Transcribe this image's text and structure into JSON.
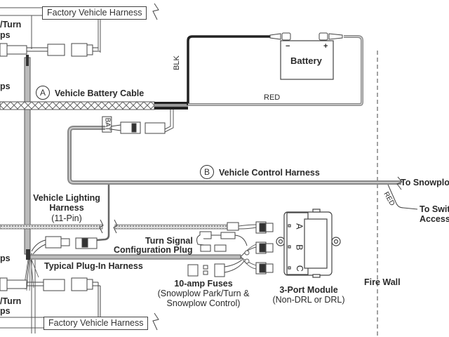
{
  "diagram": {
    "labels": {
      "factory_harness_top": "Factory Vehicle Harness",
      "factory_harness_bottom": "Factory Vehicle Harness",
      "park_turn_lamps_top_1": "/Turn",
      "park_turn_lamps_top_2": "ps",
      "headlamps_top": "ps",
      "park_turn_lamps_bottom_1": "/Turn",
      "park_turn_lamps_bottom_2": "ps",
      "headlamps_bottom": "ps",
      "battery_cable_marker": "A",
      "battery_cable": "Vehicle Battery Cable",
      "battery": "Battery",
      "battery_neg": "−",
      "battery_pos": "+",
      "blk_wire": "BLK",
      "red_wire": "RED",
      "bat_tag": "BAT",
      "control_harness_marker": "B",
      "control_harness": "Vehicle Control Harness",
      "to_snowplow": "To Snowplow",
      "red_wire_switch": "RED",
      "to_switch_1": "To Swit",
      "to_switch_2": "Access",
      "lighting_harness_1": "Vehicle Lighting",
      "lighting_harness_2": "Harness",
      "lighting_harness_3": "(11-Pin)",
      "turn_signal_plug_1": "Turn Signal",
      "turn_signal_plug_2": "Configuration Plug",
      "plugin_harness": "Typical Plug-In Harness",
      "fuses_1": "10-amp Fuses",
      "fuses_2": "(Snowplow Park/Turn &",
      "fuses_3": "Snowplow Control)",
      "module_1": "3-Port Module",
      "module_2": "(Non-DRL or DRL)",
      "port_a": "A",
      "port_b": "B",
      "port_c": "C",
      "fire_wall": "Fire Wall"
    }
  }
}
